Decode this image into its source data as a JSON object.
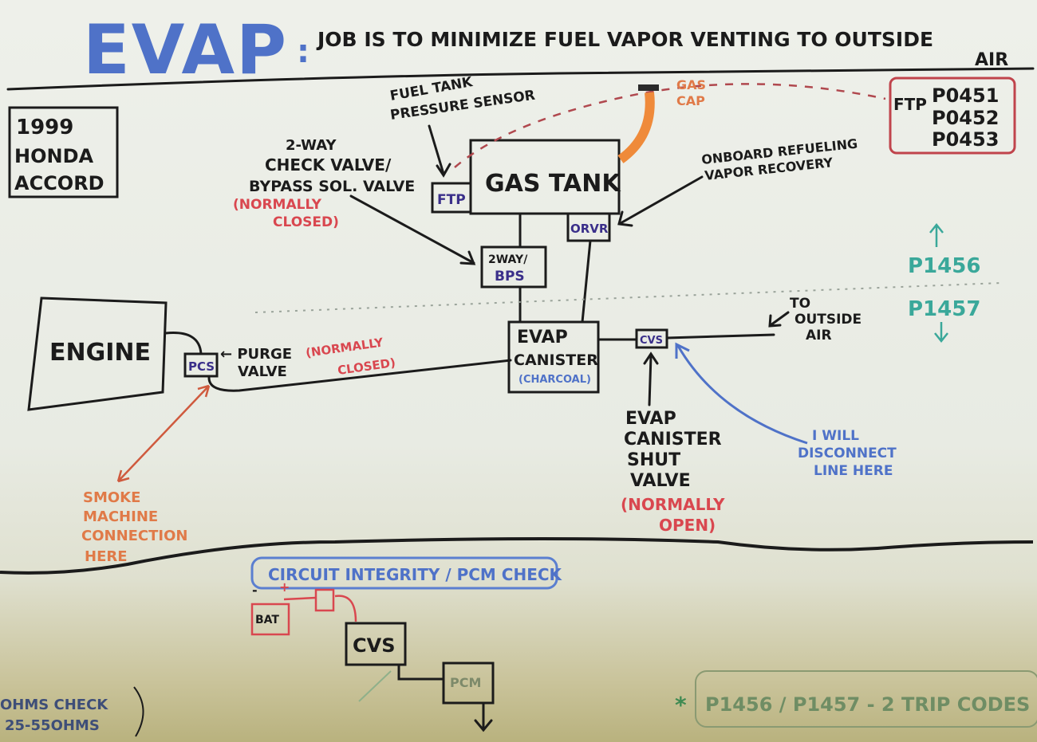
{
  "title": "EVAP",
  "subtitle_line1": "JOB IS TO MINIMIZE FUEL VAPOR VENTING TO OUTSIDE",
  "subtitle_line2": "AIR",
  "vehicle": {
    "line1": "1999",
    "line2": "HONDA",
    "line3": "ACCORD"
  },
  "components": {
    "gas_tank": "GAS TANK",
    "ftp": "FTP",
    "orvr": "ORVR",
    "twoway_l1": "2WAY/",
    "twoway_l2": "BPS",
    "evap_l1": "EVAP",
    "evap_l2": "CANISTER",
    "evap_l3": "(CHARCOAL)",
    "cvs": "CVS",
    "pcs": "PCS",
    "engine": "ENGINE",
    "gas_cap_l1": "GAS",
    "gas_cap_l2": "CAP"
  },
  "labels": {
    "ftp_sensor_l1": "FUEL TANK",
    "ftp_sensor_l2": "PRESSURE SENSOR",
    "check_l1": "2-WAY",
    "check_l2": "CHECK VALVE/",
    "check_l3": "BYPASS SOL. VALVE",
    "check_l4": "(NORMALLY",
    "check_l5": "CLOSED)",
    "orvr_l1": "ONBOARD REFUELING",
    "orvr_l2": "VAPOR RECOVERY",
    "purge_l1": "← PURGE",
    "purge_l2": "VALVE",
    "purge_l3": "(NORMALLY",
    "purge_l4": "CLOSED)",
    "outside_l1": "TO",
    "outside_l2": "OUTSIDE",
    "outside_l3": "AIR",
    "shut_l1": "EVAP",
    "shut_l2": "CANISTER",
    "shut_l3": "SHUT",
    "shut_l4": "VALVE",
    "shut_l5": "(NORMALLY",
    "shut_l6": "OPEN)",
    "disc_l1": "I WILL",
    "disc_l2": "DISCONNECT",
    "disc_l3": "LINE HERE",
    "smoke_l1": "SMOKE",
    "smoke_l2": "MACHINE",
    "smoke_l3": "CONNECTION",
    "smoke_l4": "HERE"
  },
  "codes": {
    "ftp_label": "FTP",
    "list": [
      "P0451",
      "P0452",
      "P0453"
    ],
    "up": "P1456",
    "down": "P1457"
  },
  "circuit": {
    "title": "CIRCUIT INTEGRITY / PCM CHECK",
    "bat": "BAT",
    "minus": "-",
    "plus": "+",
    "cvs": "CVS",
    "pcm": "PCM",
    "ohms_l1": "OHMS CHECK",
    "ohms_l2": "25-55OHMS",
    "note": "P1456 / P1457 - 2 TRIP CODES",
    "star": "*"
  }
}
